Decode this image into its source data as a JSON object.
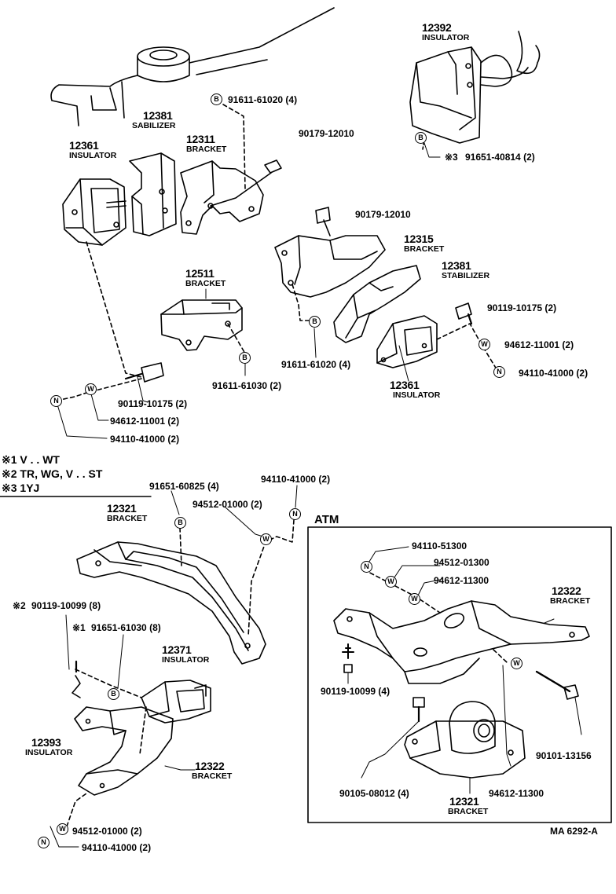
{
  "top_left": {
    "ins_12361_num": "12361",
    "ins_12361_name": "INSULATOR",
    "stab_12381_num": "12381",
    "stab_12381_name": "SABILIZER",
    "brk_12311_num": "12311",
    "brk_12311_name": "BRACKET",
    "bolt_91611_61020": "91611-61020 (4)",
    "bolt_90179_12010": "90179-12010"
  },
  "top_right": {
    "ins_12392_num": "12392",
    "ins_12392_name": "INSULATOR",
    "bolt_91651_40814": "91651-40814 (2)",
    "bolt_91651_40814_note": "※3"
  },
  "middle": {
    "bolt_90179_12010": "90179-12010",
    "brk_12315_num": "12315",
    "brk_12315_name": "BRACKET",
    "stab_12381_num": "12381",
    "stab_12381_name": "STABILIZER",
    "bolt_90119_10175_r": "90119-10175 (2)",
    "washer_94612_11001_r": "94612-11001 (2)",
    "nut_94110_41000_r": "94110-41000 (2)",
    "ins_12361_num": "12361",
    "ins_12361_name": "INSULATOR",
    "bolt_91611_61020": "91611-61020 (4)",
    "brk_12511_num": "12511",
    "brk_12511_name": "BRACKET",
    "bolt_91611_61030": "91611-61030 (2)",
    "bolt_90119_10175_l": "90119-10175 (2)",
    "washer_94612_11001_l": "94612-11001 (2)",
    "nut_94110_41000_l": "94110-41000 (2)"
  },
  "legend": {
    "note1": "※1  V . . WT",
    "note2": "※2  TR, WG, V . . ST",
    "note3": "※3  1YJ"
  },
  "bottom_left": {
    "bolt_91651_60825": "91651-60825 (4)",
    "nut_94110_41000_top": "94110-41000 (2)",
    "washer_94512_01000_top": "94512-01000 (2)",
    "brk_12321_num": "12321",
    "brk_12321_name": "BRACKET",
    "bolt_90119_10099": "90119-10099 (8)",
    "bolt_90119_10099_note": "※2",
    "bolt_91651_61030": "91651-61030 (8)",
    "bolt_91651_61030_note": "※1",
    "ins_12371_num": "12371",
    "ins_12371_name": "INSULATOR",
    "ins_12393_num": "12393",
    "ins_12393_name": "INSULATOR",
    "brk_12322_num": "12322",
    "brk_12322_name": "BRACKET",
    "washer_94512_01000": "94512-01000 (2)",
    "nut_94110_41000": "94110-41000 (2)"
  },
  "atm": {
    "title": "ATM",
    "nut_94110_51300": "94110-51300",
    "washer_94512_01300": "94512-01300",
    "washer_94612_11300_top": "94612-11300",
    "brk_12322_num": "12322",
    "brk_12322_name": "BRACKET",
    "bolt_90119_10099": "90119-10099 (4)",
    "bolt_90105_08012": "90105-08012 (4)",
    "washer_94612_11300": "94612-11300",
    "bolt_90101_13156": "90101-13156",
    "brk_12321_num": "12321",
    "brk_12321_name": "BRACKET"
  },
  "symbols": {
    "b": "B",
    "w": "W",
    "n": "N"
  },
  "footer": {
    "ref": "MA  6292-A"
  }
}
